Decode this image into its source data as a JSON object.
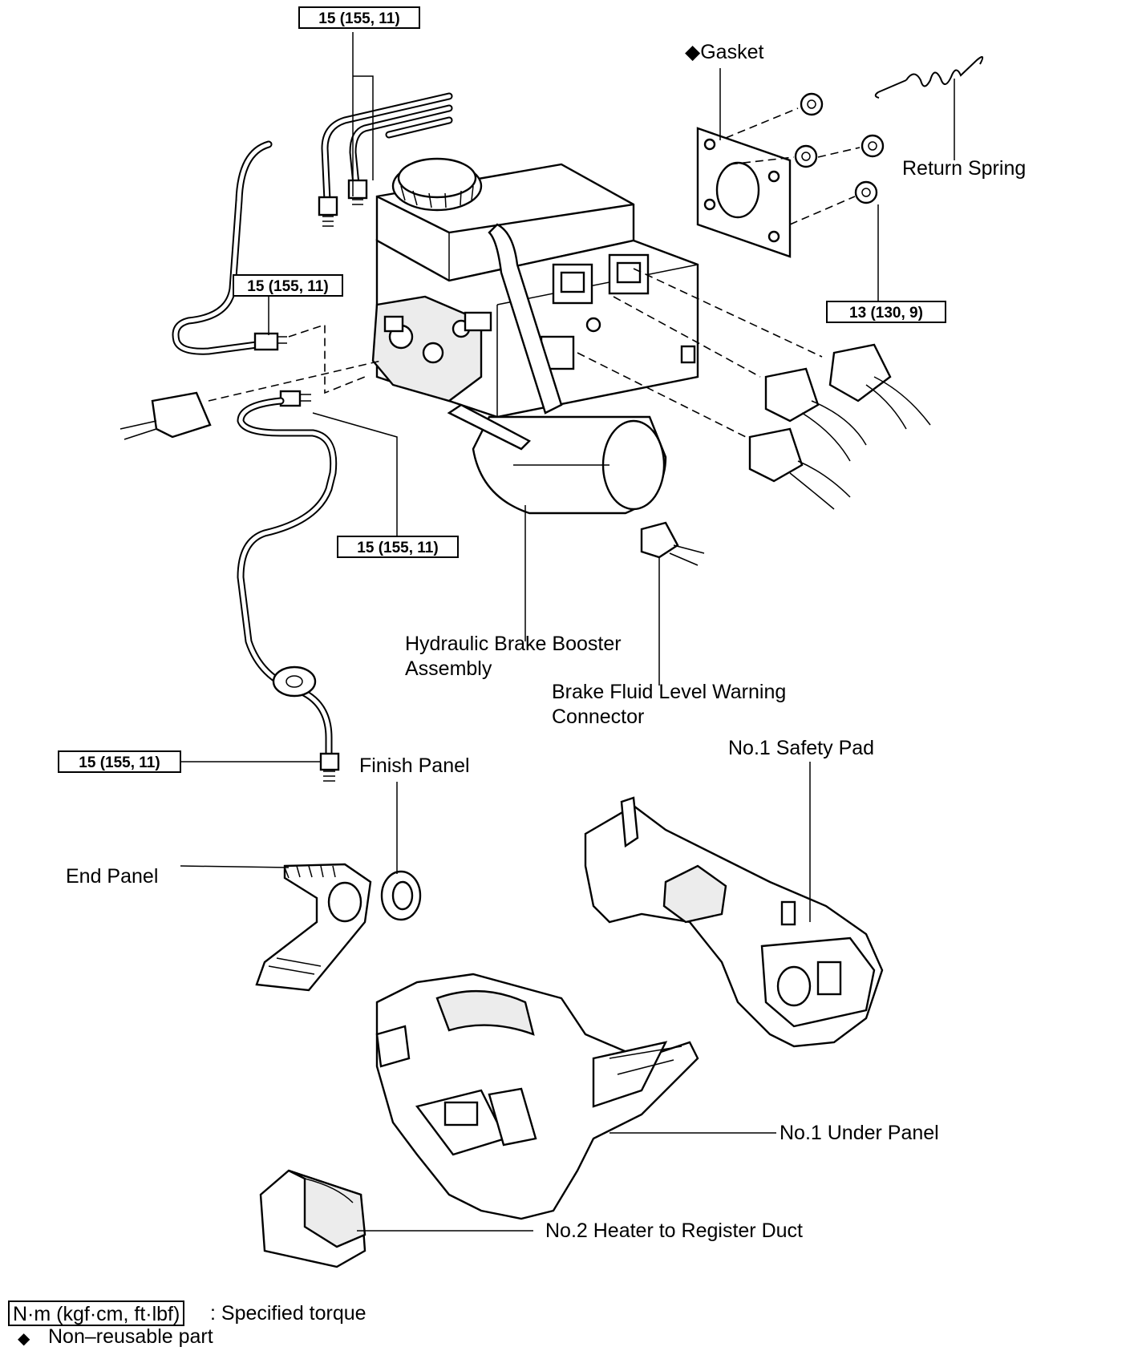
{
  "torque": {
    "t1": "15 (155, 11)",
    "t2": "15 (155, 11)",
    "t3": "15 (155, 11)",
    "t4": "15 (155, 11)",
    "t5": "13 (130, 9)"
  },
  "labels": {
    "gasket": "Gasket",
    "return_spring": "Return Spring",
    "hydraulic_booster_l1": "Hydraulic Brake Booster",
    "hydraulic_booster_l2": "Assembly",
    "brake_fluid_l1": "Brake Fluid Level Warning",
    "brake_fluid_l2": "Connector",
    "finish_panel": "Finish Panel",
    "safety_pad": "No.1 Safety Pad",
    "end_panel": "End Panel",
    "under_panel": "No.1 Under Panel",
    "heater_duct": "No.2 Heater to Register Duct"
  },
  "legend": {
    "torque_unit": "N·m (kgf·cm, ft·lbf)",
    "torque_desc": ": Specified torque",
    "nonreusable_symbol": "◆",
    "nonreusable_desc": "Non–reusable part"
  }
}
